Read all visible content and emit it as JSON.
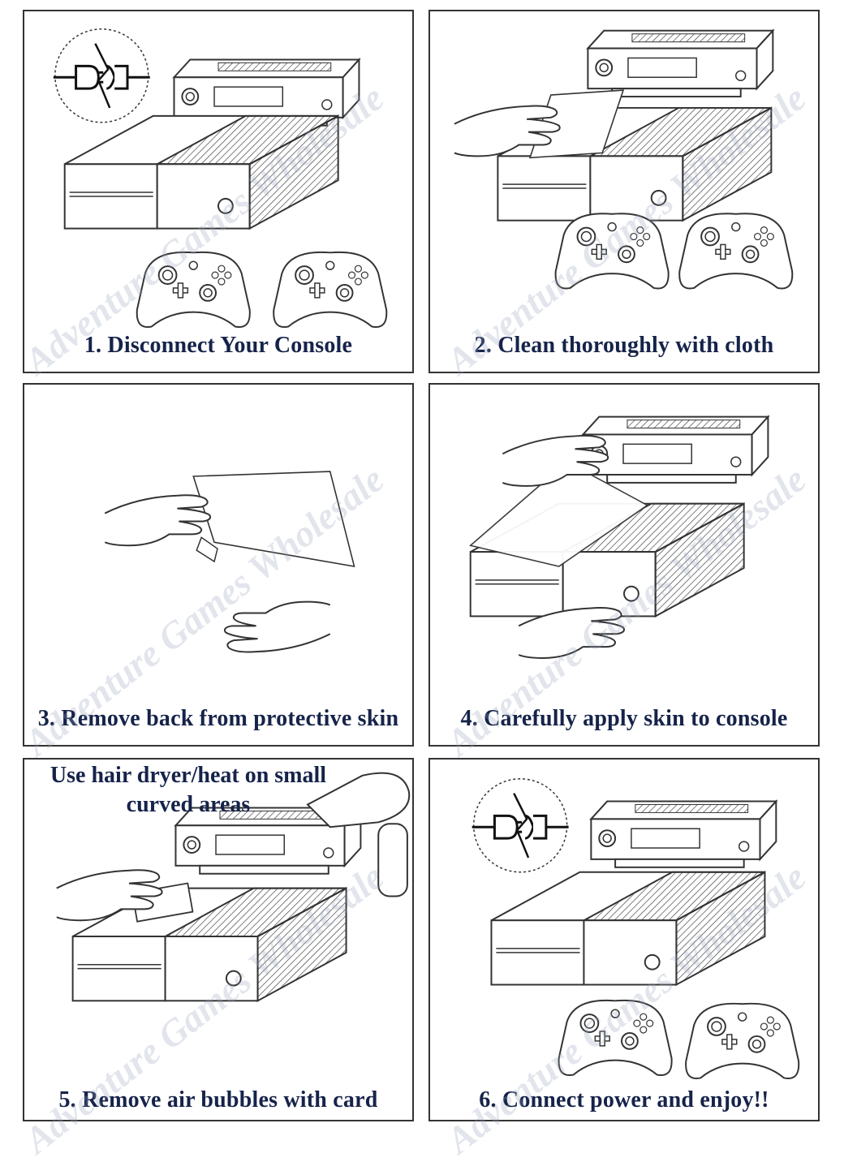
{
  "steps": [
    {
      "number": "1.",
      "caption": "1. Disconnect Your Console"
    },
    {
      "number": "2.",
      "caption": "2. Clean thoroughly with cloth"
    },
    {
      "number": "3.",
      "caption": "3. Remove back from protective skin"
    },
    {
      "number": "4.",
      "caption": "4. Carefully apply skin to console"
    },
    {
      "number": "5.",
      "caption": "5. Remove air bubbles with card"
    },
    {
      "number": "6.",
      "caption": "6. Connect power and enjoy!!"
    }
  ],
  "tip": {
    "line1": "Use hair dryer/heat on small",
    "line2": "curved areas"
  },
  "watermark": "Adventure Games Wholesale",
  "colors": {
    "caption": "#16234a",
    "line": "#333333",
    "watermark": "#96a0b9"
  }
}
